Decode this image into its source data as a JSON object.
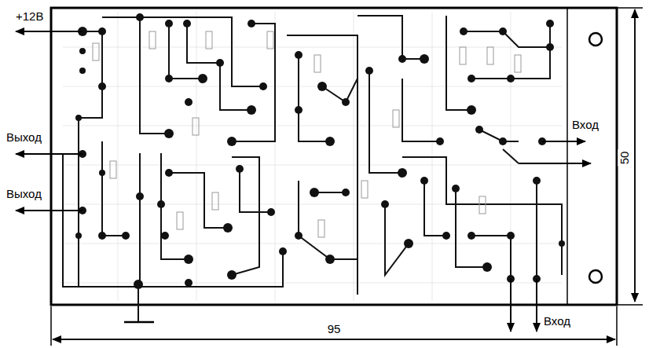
{
  "diagram": {
    "labels": [
      "+12В",
      "Выход",
      "Выход",
      "Вход",
      "50",
      "95",
      "Вход"
    ]
  }
}
